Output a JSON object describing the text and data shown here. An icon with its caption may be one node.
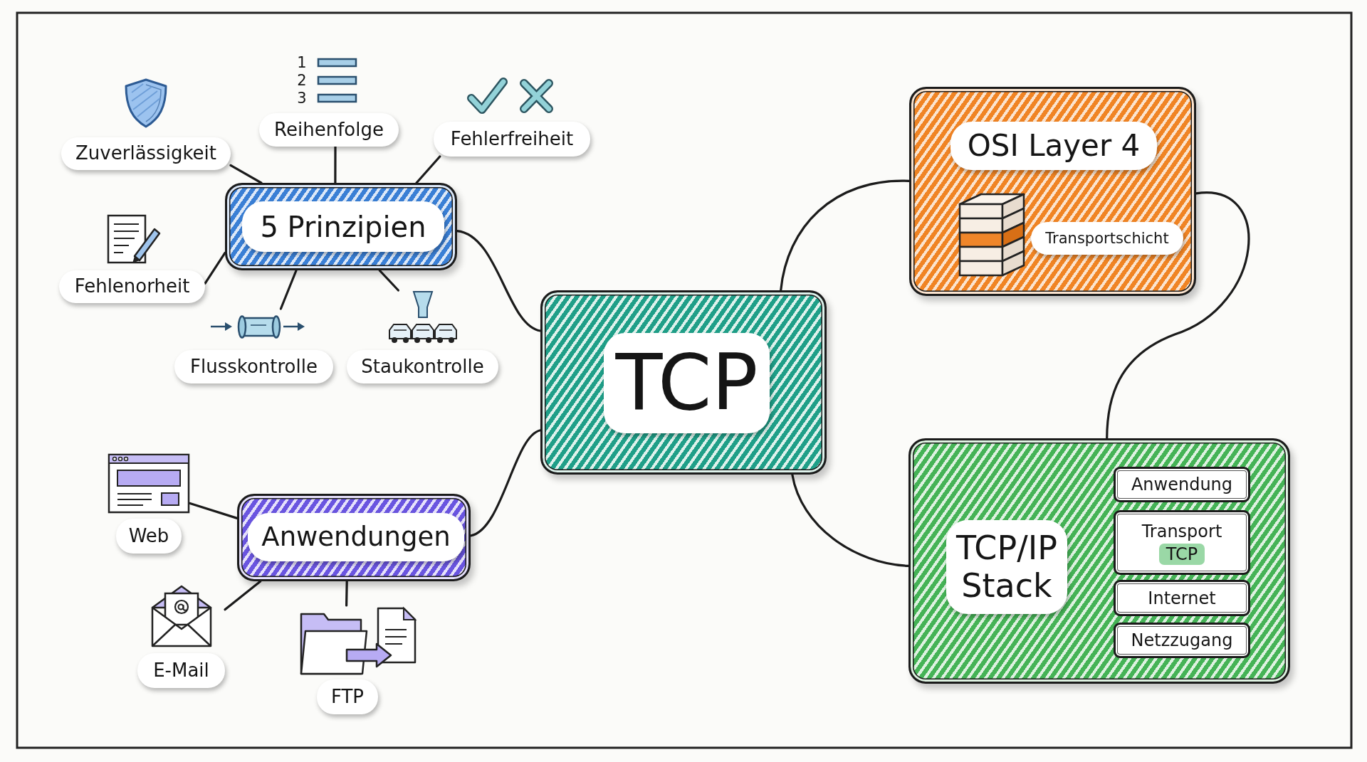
{
  "diagram": {
    "nodes": [
      {
        "text": [
          "TCP"
        ]
      },
      {
        "text": [
          "5 Prinzipien"
        ]
      },
      {
        "text": [
          "Zuverlässigkeit"
        ]
      },
      {
        "text": [
          "Reihenfolge"
        ]
      },
      {
        "text": [
          "Fehlerfreiheit"
        ]
      },
      {
        "text": [
          "Fehlenorheit"
        ]
      },
      {
        "text": [
          "Flusskontrolle"
        ]
      },
      {
        "text": [
          "Staukontrolle"
        ]
      },
      {
        "text": [
          "Anwendungen"
        ]
      },
      {
        "text": [
          "Web"
        ]
      },
      {
        "text": [
          "E-Mail"
        ]
      },
      {
        "text": [
          "FTP"
        ]
      },
      {
        "text": [
          "OSI Layer 4",
          "Transportschicht"
        ]
      },
      {
        "text": [
          "TCP/IP Stack"
        ]
      },
      {
        "text": [
          "Anwendung"
        ],
        "in": 13
      },
      {
        "text": [
          "Transport",
          "TCP"
        ],
        "in": 13
      },
      {
        "text": [
          "Internet"
        ],
        "in": 13
      },
      {
        "text": [
          "Netzzugang"
        ],
        "in": 13
      }
    ],
    "edges": [
      {
        "from": 0,
        "to": 1,
        "arrow": "none"
      },
      {
        "from": 0,
        "to": 8,
        "arrow": "none"
      },
      {
        "from": 0,
        "to": 12,
        "arrow": "none"
      },
      {
        "from": 0,
        "to": 13,
        "arrow": "none"
      },
      {
        "from": 12,
        "to": 13,
        "arrow": "none"
      },
      {
        "from": 1,
        "to": 2,
        "arrow": "none"
      },
      {
        "from": 1,
        "to": 3,
        "arrow": "none"
      },
      {
        "from": 1,
        "to": 4,
        "arrow": "none"
      },
      {
        "from": 1,
        "to": 5,
        "arrow": "none"
      },
      {
        "from": 1,
        "to": 6,
        "arrow": "none"
      },
      {
        "from": 1,
        "to": 7,
        "arrow": "none"
      },
      {
        "from": 8,
        "to": 9,
        "arrow": "none"
      },
      {
        "from": 8,
        "to": 10,
        "arrow": "none"
      },
      {
        "from": 8,
        "to": 11,
        "arrow": "none"
      }
    ],
    "labels": [
      "1",
      "2",
      "3"
    ]
  }
}
